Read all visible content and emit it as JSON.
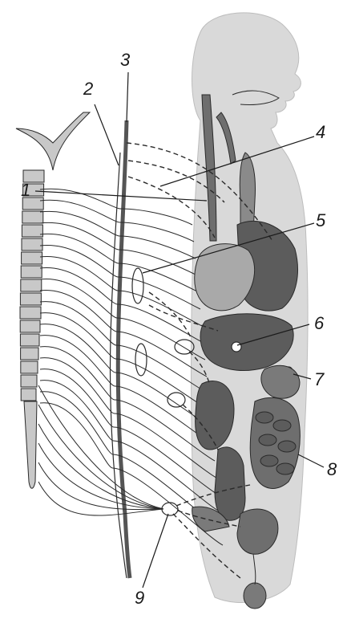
{
  "labels": [
    {
      "id": "1",
      "text": "1"
    },
    {
      "id": "2",
      "text": "2"
    },
    {
      "id": "3",
      "text": "3"
    },
    {
      "id": "4",
      "text": "4"
    },
    {
      "id": "5",
      "text": "5"
    },
    {
      "id": "6",
      "text": "6"
    },
    {
      "id": "7",
      "text": "7"
    },
    {
      "id": "8",
      "text": "8"
    },
    {
      "id": "9",
      "text": "9"
    }
  ],
  "colors": {
    "body_silhouette": "#d9d9d9",
    "organ_dark": "#5c5c5c",
    "organ_mid": "#7a7a7a",
    "organ_light": "#a9a9a9",
    "spine_fill": "#c8c8c8",
    "trunk_line": "#555555",
    "line": "#2a2a2a"
  }
}
